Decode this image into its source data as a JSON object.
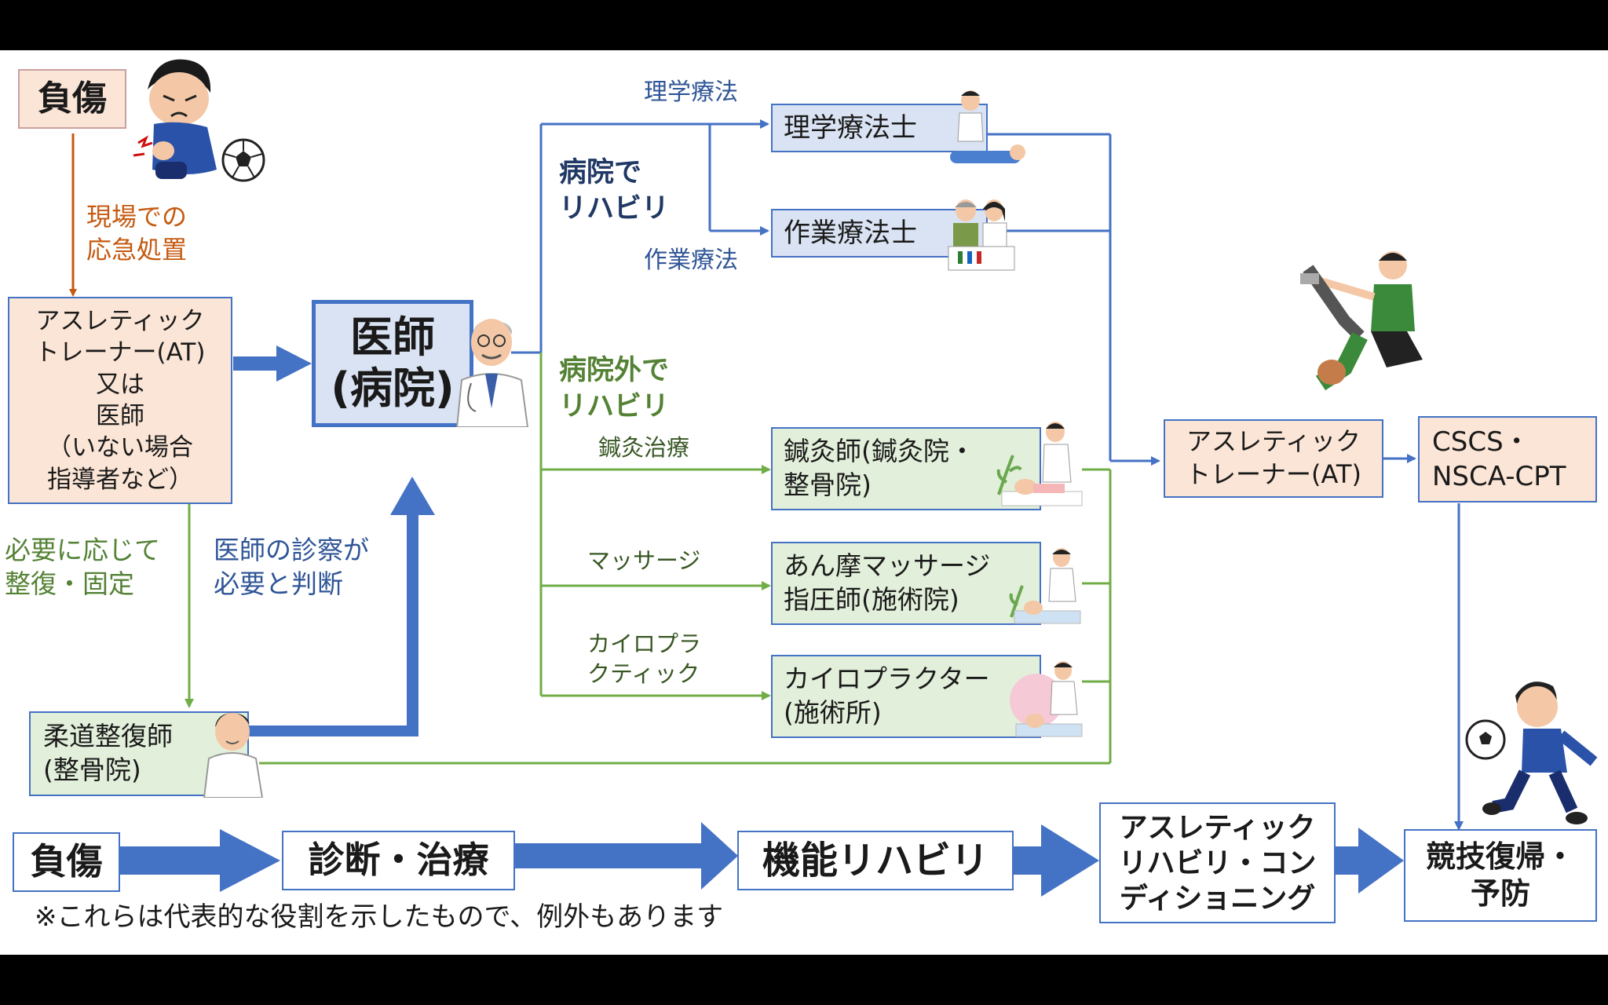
{
  "injury_top": "負傷",
  "first_aid": [
    "現場での",
    "応急処置"
  ],
  "at_or_doctor": [
    "アスレティック",
    "トレーナー(AT)",
    "又は",
    "医師",
    "（いない場合",
    "指導者など）"
  ],
  "doctor_hospital": [
    "医師",
    "(病院)"
  ],
  "reduction_fixation": [
    "必要に応じて",
    "整復・固定"
  ],
  "doctor_exam_needed": [
    "医師の診察が",
    "必要と判断"
  ],
  "judo_therapist": [
    "柔道整復師",
    "(整骨院)"
  ],
  "hospital_rehab": [
    "病院で",
    "リハビリ"
  ],
  "outside_rehab": [
    "病院外で",
    "リハビリ"
  ],
  "physical_therapy": "理学療法",
  "occupational_therapy": "作業療法",
  "pt_box": "理学療法士",
  "ot_box": "作業療法士",
  "acupuncture_label": "鍼灸治療",
  "massage_label": "マッサージ",
  "chiro_label": [
    "カイロプラ",
    "クティック"
  ],
  "acupuncture_box": [
    "鍼灸師(鍼灸院・",
    "整骨院)"
  ],
  "massage_box": [
    "あん摩マッサージ",
    "指圧師(施術院)"
  ],
  "chiro_box": [
    "カイロプラクター",
    "(施術所)"
  ],
  "at_right": [
    "アスレティック",
    "トレーナー(AT)"
  ],
  "cscs": [
    "CSCS・",
    "NSCA-CPT"
  ],
  "flow": {
    "injury": "負傷",
    "diagnosis": "診断・治療",
    "functional_rehab": "機能リハビリ",
    "athletic_rehab": [
      "アスレティック",
      "リハビリ・コン",
      "ディショニング"
    ],
    "return": [
      "競技復帰・",
      "予防"
    ]
  },
  "note": "※これらは代表的な役割を示したもので、例外もあります",
  "icons": [
    "injured-player-icon",
    "soccer-ball-icon",
    "doctor-icon",
    "physical-therapist-icon",
    "occupational-therapist-icon",
    "stretching-trainer-icon",
    "acupuncturist-icon",
    "massage-therapist-icon",
    "chiropractor-icon",
    "judo-therapist-icon",
    "kicking-player-icon"
  ],
  "colors": {
    "blue": "#4472c4",
    "orange": "#c55a11",
    "green": "#70ad47",
    "navy": "#203864",
    "peach": "#fbe5d6",
    "light_blue": "#dae3f3",
    "light_green": "#e2efda"
  }
}
